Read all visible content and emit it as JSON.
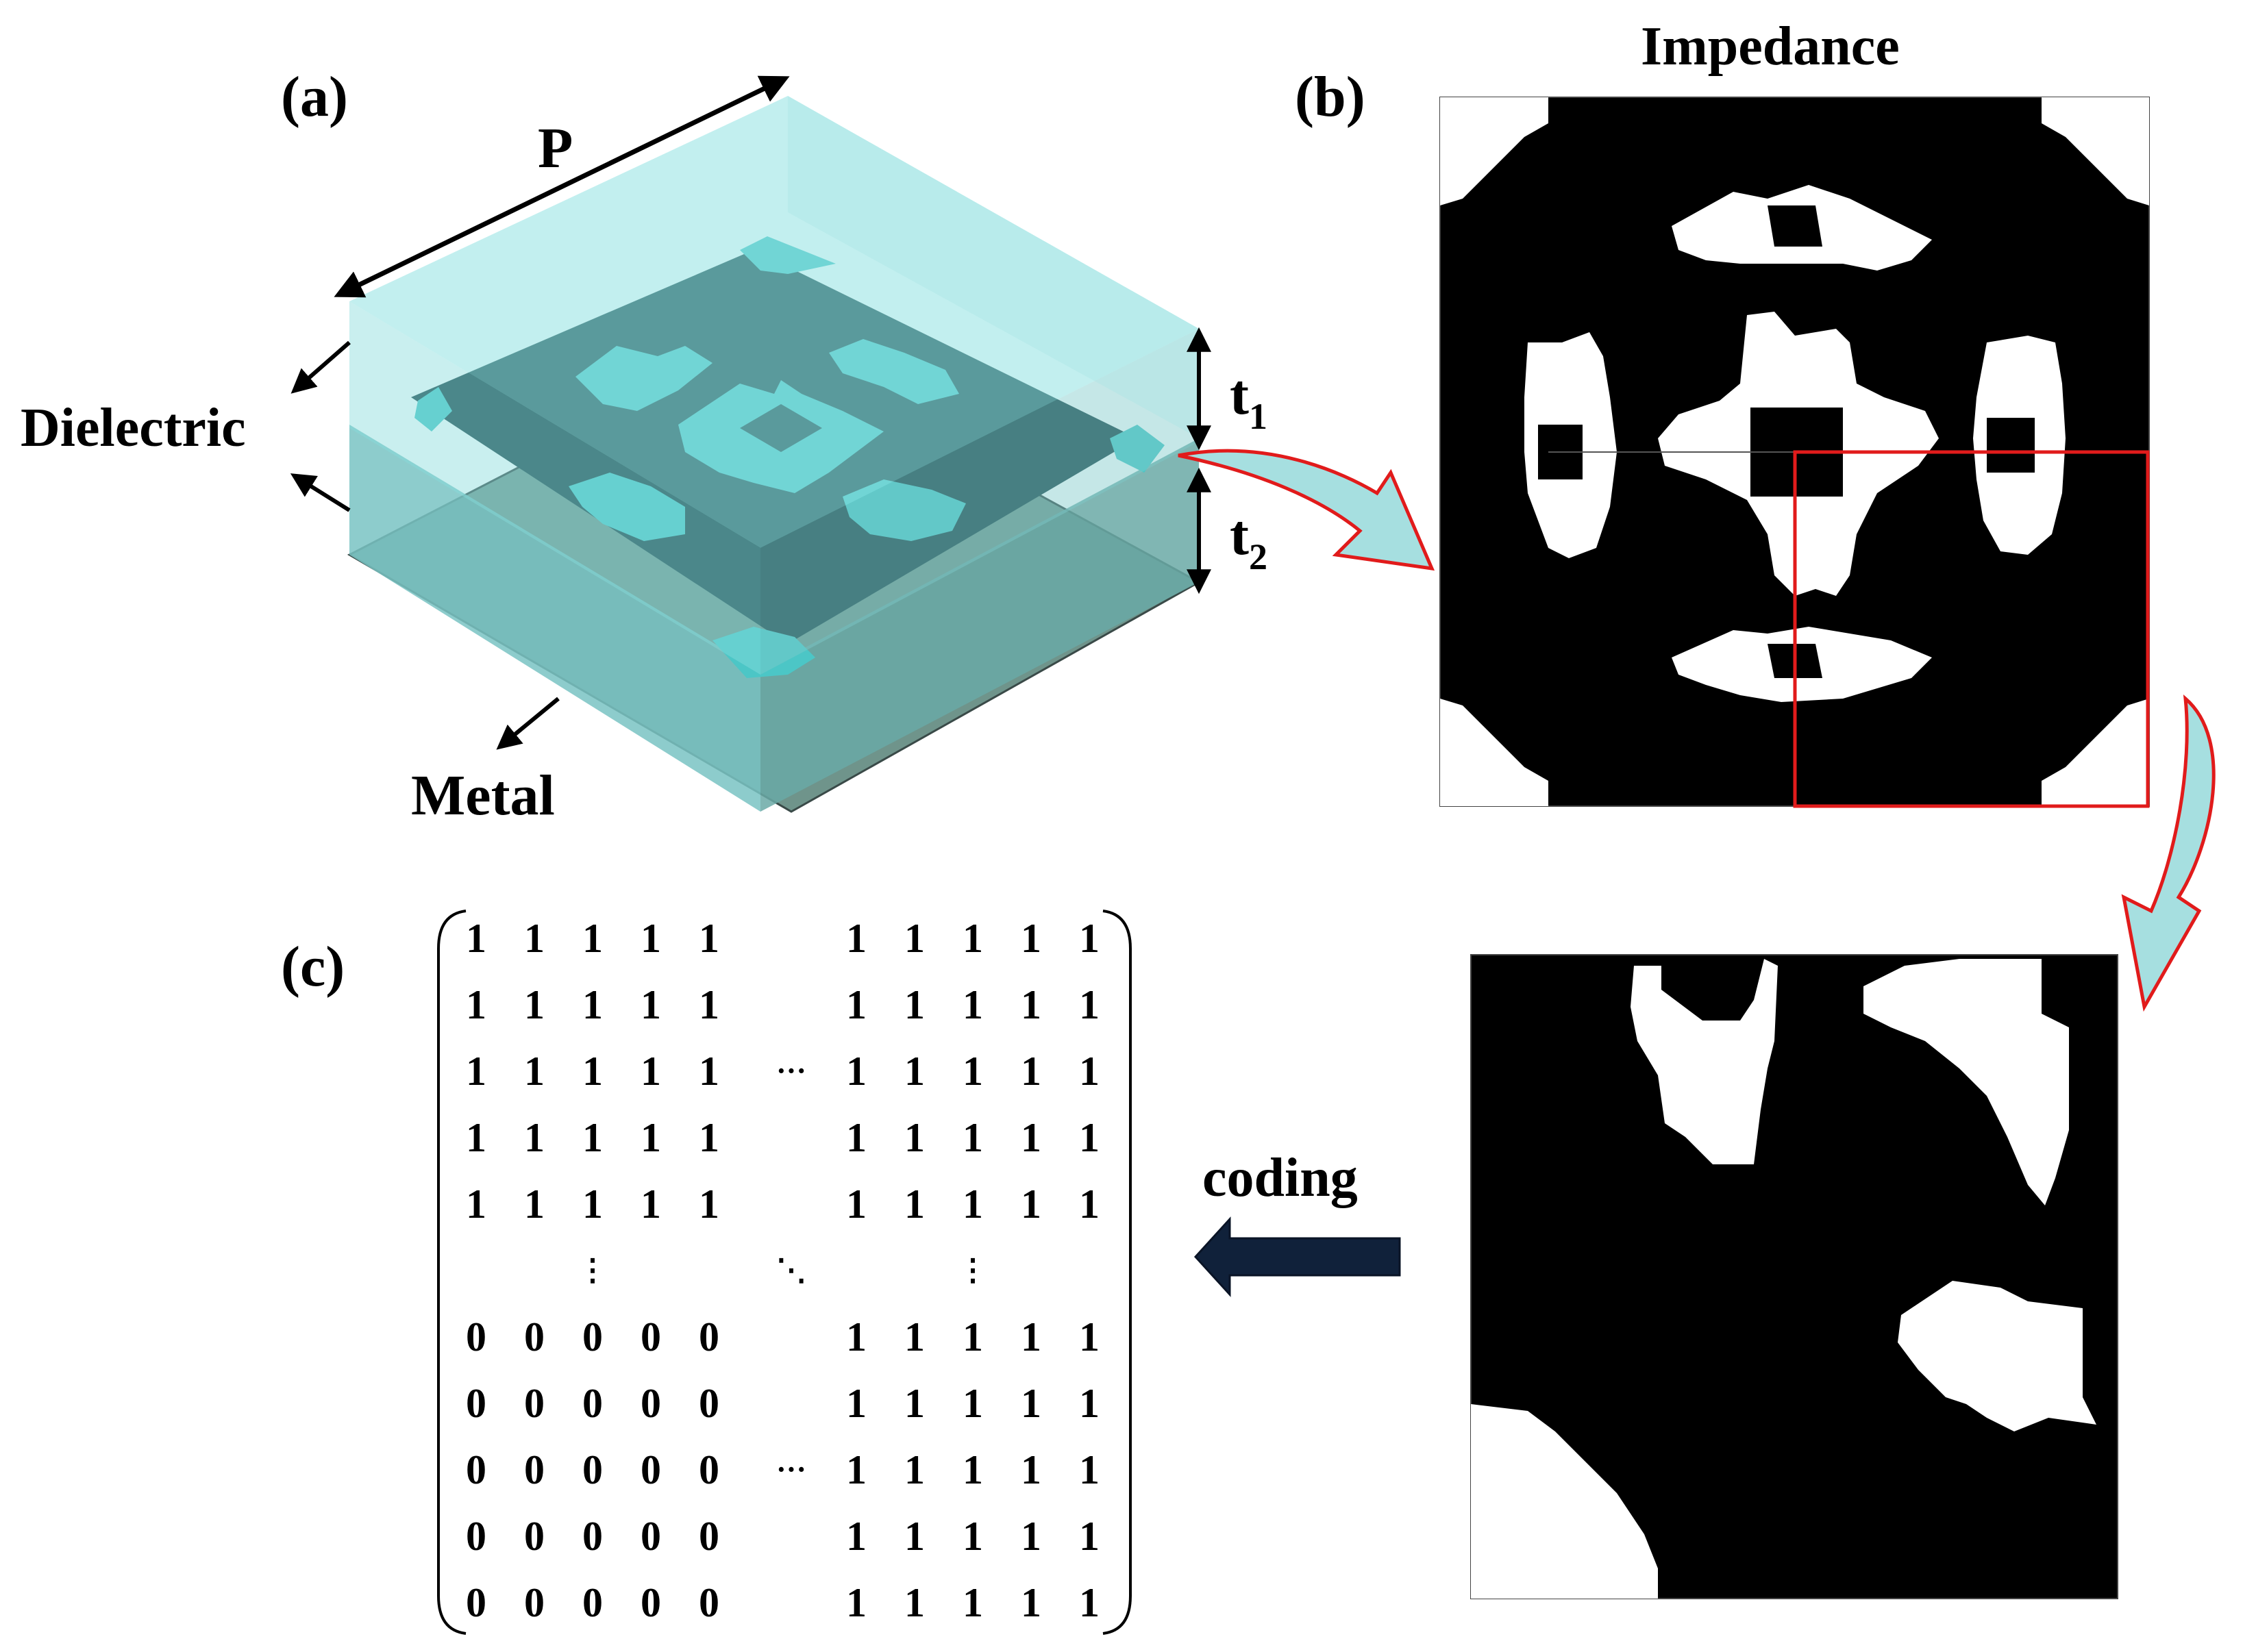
{
  "panel_a": {
    "letter": "(a)",
    "period_label": "P",
    "dielectric_label": "Dielectric",
    "metal_label": "Metal",
    "t1": {
      "base": "t",
      "sub": "1"
    },
    "t2": {
      "base": "t",
      "sub": "2"
    }
  },
  "panel_b": {
    "letter": "(b)",
    "title": "Impedance"
  },
  "panel_c": {
    "letter": "(c)",
    "coding_label": "coding",
    "matrix_rows": [
      [
        "1",
        "1",
        "1",
        "1",
        "1",
        "",
        "1",
        "1",
        "1",
        "1",
        "1"
      ],
      [
        "1",
        "1",
        "1",
        "1",
        "1",
        "",
        "1",
        "1",
        "1",
        "1",
        "1"
      ],
      [
        "1",
        "1",
        "1",
        "1",
        "1",
        "···",
        "1",
        "1",
        "1",
        "1",
        "1"
      ],
      [
        "1",
        "1",
        "1",
        "1",
        "1",
        "",
        "1",
        "1",
        "1",
        "1",
        "1"
      ],
      [
        "1",
        "1",
        "1",
        "1",
        "1",
        "",
        "1",
        "1",
        "1",
        "1",
        "1"
      ],
      [
        "",
        "",
        "⋮",
        "",
        "",
        "⋱",
        "",
        "",
        "⋮",
        "",
        ""
      ],
      [
        "0",
        "0",
        "0",
        "0",
        "0",
        "",
        "1",
        "1",
        "1",
        "1",
        "1"
      ],
      [
        "0",
        "0",
        "0",
        "0",
        "0",
        "",
        "1",
        "1",
        "1",
        "1",
        "1"
      ],
      [
        "0",
        "0",
        "0",
        "0",
        "0",
        "···",
        "1",
        "1",
        "1",
        "1",
        "1"
      ],
      [
        "0",
        "0",
        "0",
        "0",
        "0",
        "",
        "1",
        "1",
        "1",
        "1",
        "1"
      ],
      [
        "0",
        "0",
        "0",
        "0",
        "0",
        "",
        "1",
        "1",
        "1",
        "1",
        "1"
      ]
    ]
  },
  "colors": {
    "dielectric_top": "#8fe0e0",
    "dielectric_left": "#7fd3d8",
    "dielectric_right": "#8ccfcf",
    "pattern_dark": "#1a4347",
    "pattern_light": "#4cc6c6",
    "metal": "#6f948b",
    "highlight_red": "#e11b1b",
    "arrow_fill": "#a6dfe0",
    "coding_arrow": "#10213a"
  }
}
